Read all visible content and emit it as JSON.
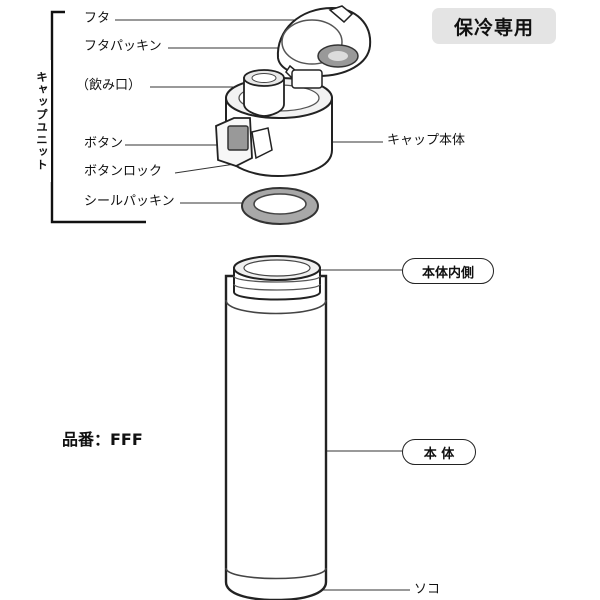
{
  "badge": "保冷専用",
  "cap_unit_label": "キャップユニット",
  "labels": {
    "futa": "フタ",
    "futa_packing": "フタパッキン",
    "nomikuchi": "（飲み口）",
    "button": "ボタン",
    "button_lock": "ボタンロック",
    "seal_packing": "シールパッキン",
    "cap_body": "キャップ本体",
    "body_inner": "本体内側",
    "body": "本 体",
    "bottom": "ソコ"
  },
  "model": "品番：FFF"
}
